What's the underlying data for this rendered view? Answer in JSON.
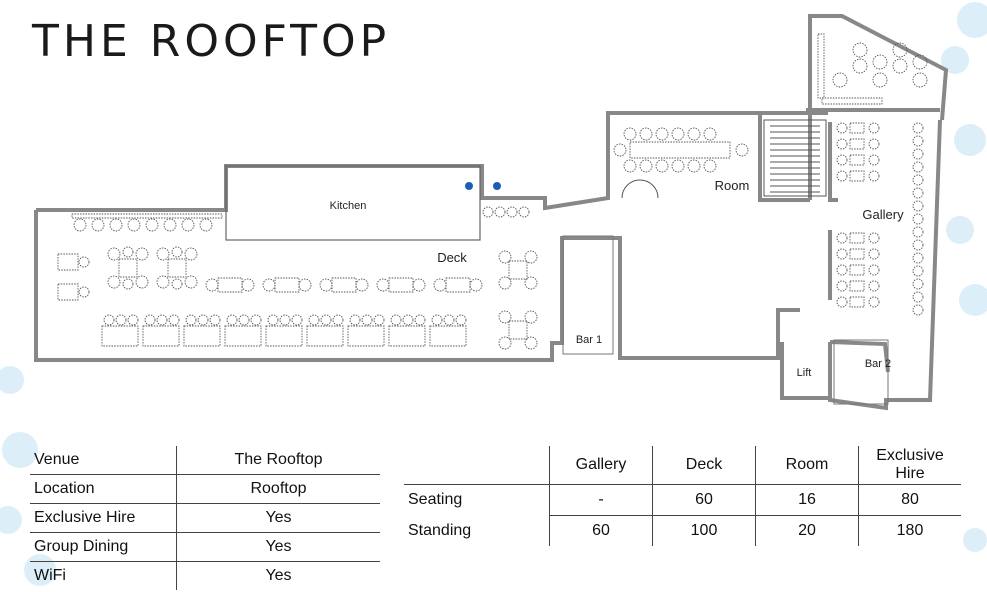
{
  "logo": "THE ROOFTOP",
  "plan": {
    "labels": {
      "kitchen": "Kitchen",
      "deck": "Deck",
      "room": "Room",
      "gallery": "Gallery",
      "bar1": "Bar 1",
      "bar2": "Bar 2",
      "lift": "Lift"
    }
  },
  "venue_info": [
    {
      "key": "Venue",
      "value": "The Rooftop"
    },
    {
      "key": "Location",
      "value": "Rooftop"
    },
    {
      "key": "Exclusive Hire",
      "value": "Yes"
    },
    {
      "key": "Group Dining",
      "value": "Yes"
    },
    {
      "key": "WiFi",
      "value": "Yes"
    }
  ],
  "capacity": {
    "headers": [
      "Gallery",
      "Deck",
      "Room",
      "Exclusive Hire"
    ],
    "rows": [
      {
        "label": "Seating",
        "values": [
          "-",
          "60",
          "16",
          "80"
        ]
      },
      {
        "label": "Standing",
        "values": [
          "60",
          "100",
          "20",
          "180"
        ]
      }
    ]
  },
  "colors": {
    "wall": "#888888",
    "accent": "#1a5fb4",
    "decor": "#d8ecf6"
  }
}
